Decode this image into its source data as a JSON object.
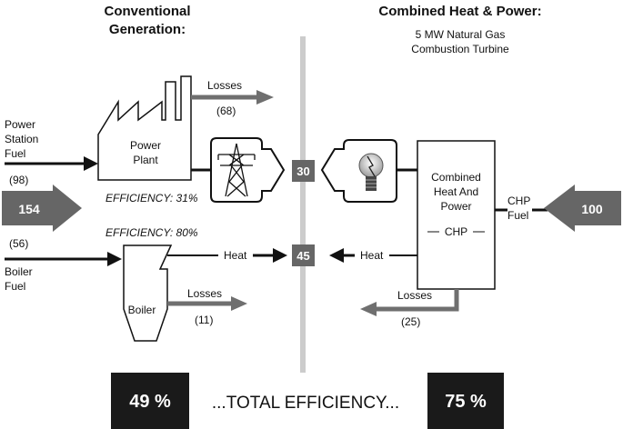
{
  "left_title": [
    "Conventional",
    "Generation:"
  ],
  "right_title": "Combined Heat & Power:",
  "right_subtitle": [
    "5 MW Natural Gas",
    "Combustion Turbine"
  ],
  "power_station_fuel": [
    "Power",
    "Station",
    "Fuel"
  ],
  "power_station_fuel_value": "(98)",
  "input_total": "154",
  "boiler_fuel_value": "(56)",
  "boiler_fuel": [
    "Boiler",
    "Fuel"
  ],
  "power_plant": [
    "Power",
    "Plant"
  ],
  "plant_losses_label": "Losses",
  "plant_losses_value": "(68)",
  "plant_efficiency": "EFFICIENCY: 31%",
  "boiler_efficiency": "EFFICIENCY: 80%",
  "boiler": "Boiler",
  "boiler_heat_label": "Heat",
  "boiler_losses_label": "Losses",
  "boiler_losses_value": "(11)",
  "electricity_output": "30",
  "heat_output": "45",
  "chp_box": [
    "Combined",
    "Heat And",
    "Power"
  ],
  "chp_box_tag": "CHP",
  "chp_heat_label": "Heat",
  "chp_fuel": [
    "CHP",
    "Fuel"
  ],
  "chp_input": "100",
  "chp_losses_label": "Losses",
  "chp_losses_value": "(25)",
  "efficiency_left": "49 %",
  "efficiency_label": "...TOTAL EFFICIENCY...",
  "efficiency_right": "75 %",
  "colors": {
    "dark_box": "#666666",
    "black_box": "#1a1a1a",
    "arrow_gray": "#6f6f6f",
    "divider": "#cccccc"
  }
}
